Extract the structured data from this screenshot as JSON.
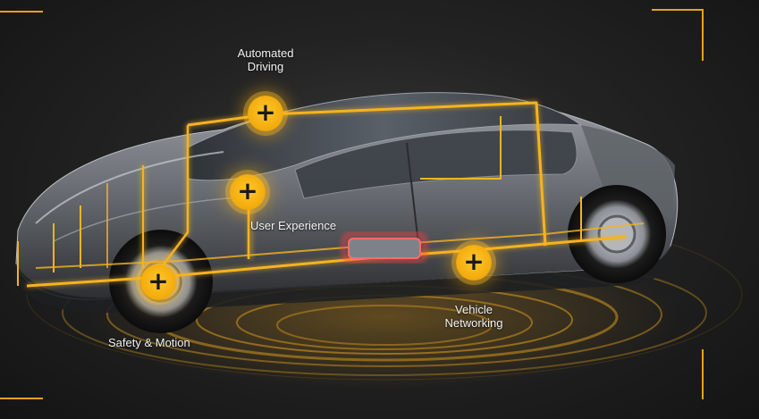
{
  "colors": {
    "accent": "#f2aa0b",
    "glow": "#ffc72c",
    "background": "#1b1b1b",
    "label_text": "#f2f2f2",
    "battery_glow": "#ff4a4a"
  },
  "hotspots": {
    "automated_driving": {
      "label_line1": "Automated",
      "label_line2": "Driving",
      "icon": "plus-icon"
    },
    "user_experience": {
      "label": "User Experience",
      "icon": "plus-icon"
    },
    "safety_motion": {
      "label": "Safety & Motion",
      "icon": "plus-icon"
    },
    "vehicle_networking": {
      "label_line1": "Vehicle",
      "label_line2": "Networking",
      "icon": "plus-icon"
    }
  }
}
